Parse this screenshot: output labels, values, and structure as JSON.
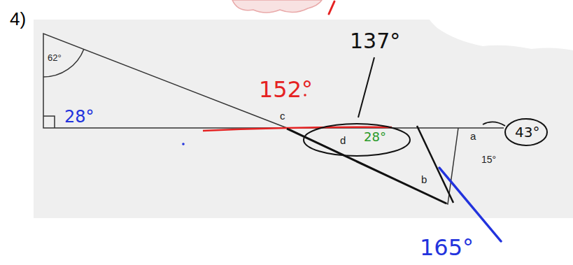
{
  "diagram": {
    "labels": [
      "4)",
      "62°",
      "28°",
      "152°",
      "137°",
      "c",
      "d",
      "28°",
      "a",
      "43°",
      "15°",
      "b",
      "165°"
    ]
  }
}
